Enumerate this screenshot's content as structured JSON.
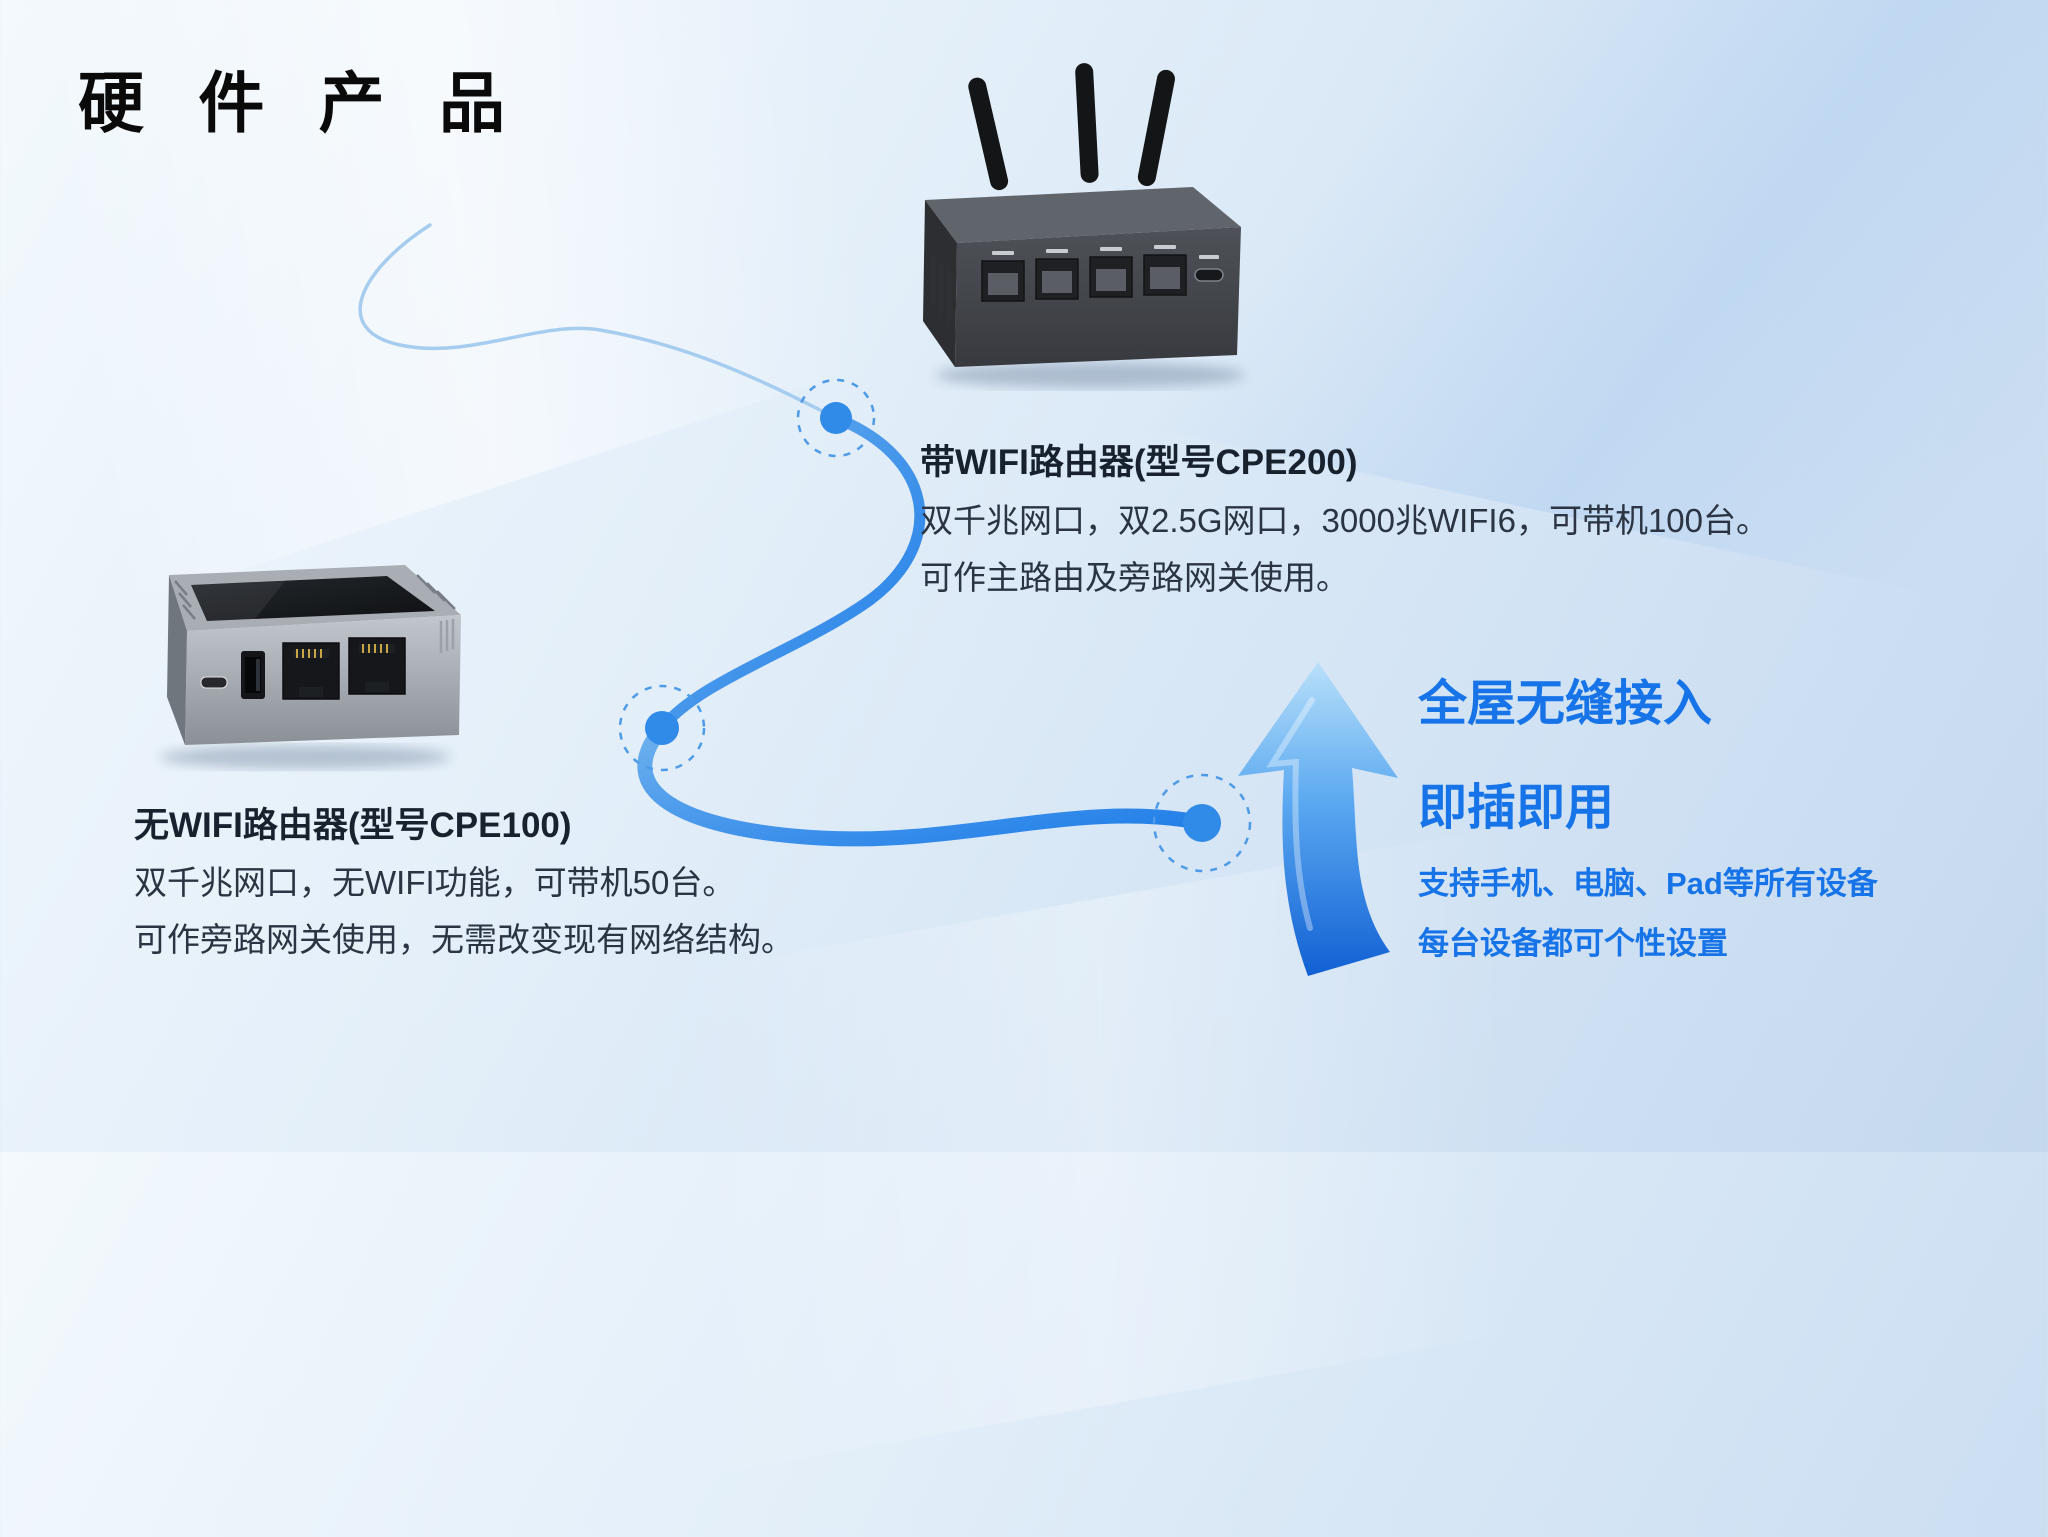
{
  "slide": {
    "title": "硬 件 产 品"
  },
  "products": {
    "cpe200": {
      "name": "带WIFI路由器(型号CPE200)",
      "desc1": "双千兆网口，双2.5G网口，3000兆WIFI6，可带机100台。",
      "desc2": "可作主路由及旁路网关使用。"
    },
    "cpe100": {
      "name": "无WIFI路由器(型号CPE100)",
      "desc1": "双千兆网口，无WIFI功能，可带机50台。",
      "desc2": "可作旁路网关使用，无需改变现有网络结构。"
    }
  },
  "benefits": {
    "headline1": "全屋无缝接入",
    "headline2": "即插即用",
    "detail1": "支持手机、电脑、Pad等所有设备",
    "detail2": "每台设备都可个性设置"
  },
  "colors": {
    "accent_blue": "#1674e8",
    "curve_blue": "#2f8ae8",
    "title_color": "#0a0a0a",
    "body_text": "#2a3442"
  },
  "icons": {
    "up_arrow": "up-arrow-icon",
    "connector_nodes": "connector-node"
  }
}
